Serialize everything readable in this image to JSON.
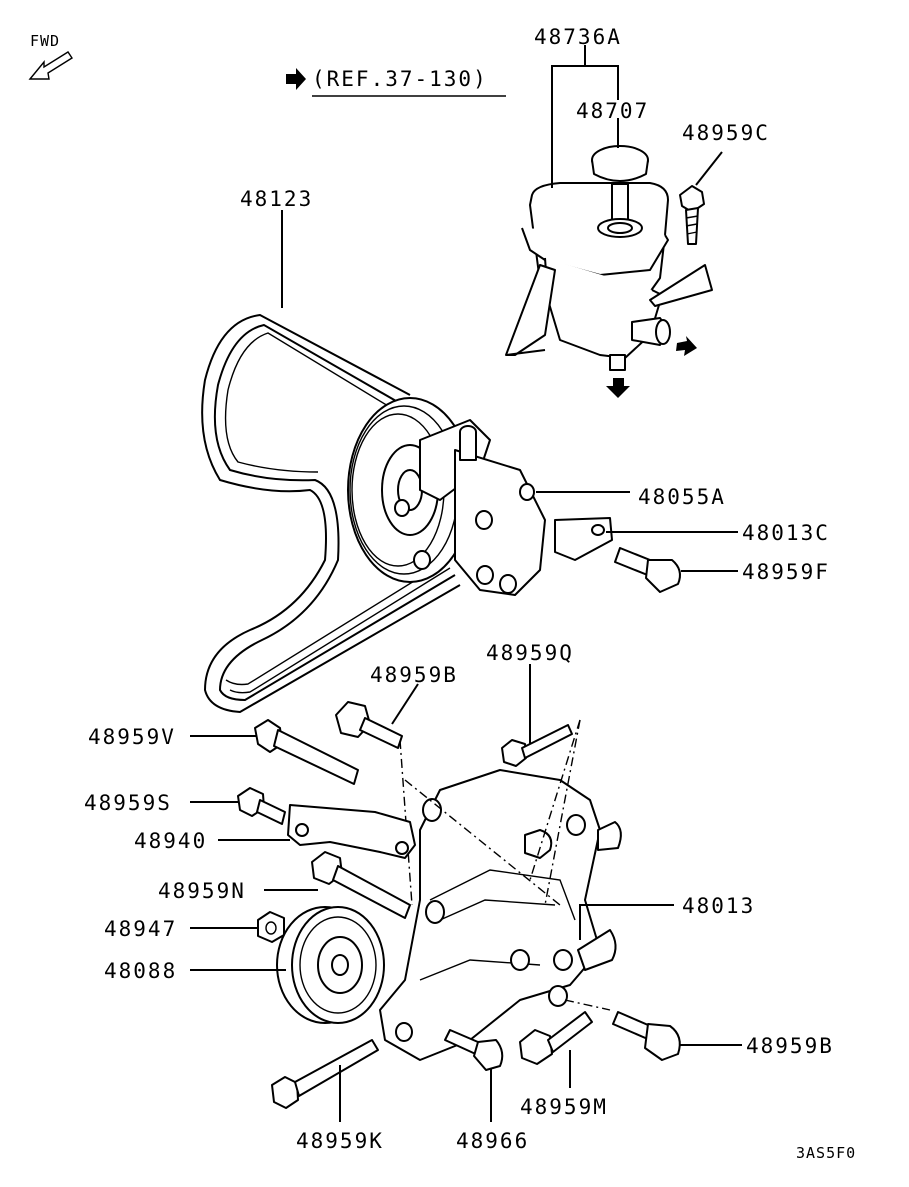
{
  "header": {
    "fwd_label": "FWD",
    "ref_label": "(REF.37-130)"
  },
  "parts": {
    "p48736A": "48736A",
    "p48707": "48707",
    "p48959C": "48959C",
    "p48123": "48123",
    "p48055A": "48055A",
    "p48013C": "48013C",
    "p48959F": "48959F",
    "p48959Q": "48959Q",
    "p48959B_top": "48959B",
    "p48959V": "48959V",
    "p48959S": "48959S",
    "p48940": "48940",
    "p48959N": "48959N",
    "p48013": "48013",
    "p48947": "48947",
    "p48088": "48088",
    "p48959B_bottom": "48959B",
    "p48959M": "48959M",
    "p48959K": "48959K",
    "p48966": "48966"
  },
  "footer": {
    "diagram_code": "3AS5F0"
  }
}
